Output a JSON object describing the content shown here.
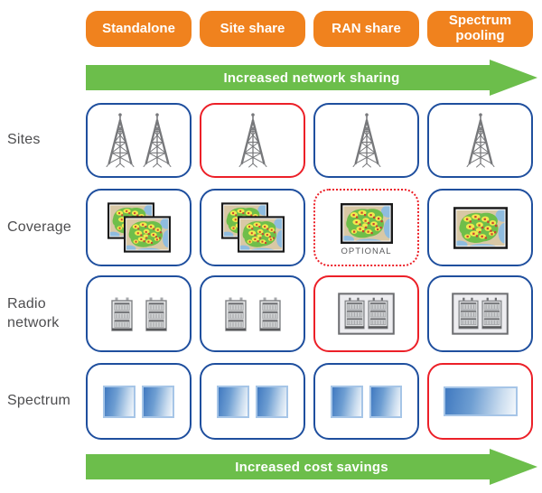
{
  "palette": {
    "orange": "#F0821E",
    "green": "#6CBE4B",
    "blue": "#1F4F9E",
    "red": "#EC2028",
    "txt": "#4D4D4F",
    "icon_gray": "#77787B",
    "map_frame": "#1A1A1A",
    "spectrum_blue": "#4079C0"
  },
  "header": {
    "columns": [
      {
        "label": "Standalone"
      },
      {
        "label": "Site share"
      },
      {
        "label": "RAN share"
      },
      {
        "label": "Spectrum pooling"
      }
    ]
  },
  "arrows": {
    "top_label": "Increased network sharing",
    "bottom_label": "Increased cost savings"
  },
  "rows": [
    {
      "label": "Sites",
      "cells": [
        {
          "border": "blue",
          "icon": "tower",
          "count": 2
        },
        {
          "border": "red",
          "icon": "tower",
          "count": 1
        },
        {
          "border": "blue",
          "icon": "tower",
          "count": 1
        },
        {
          "border": "blue",
          "icon": "tower",
          "count": 1
        }
      ]
    },
    {
      "label": "Coverage",
      "cells": [
        {
          "border": "blue",
          "icon": "coverage-map",
          "count": 2
        },
        {
          "border": "blue",
          "icon": "coverage-map",
          "count": 2
        },
        {
          "border": "red-dotted",
          "icon": "coverage-map",
          "count": 1,
          "caption": "OPTIONAL"
        },
        {
          "border": "blue",
          "icon": "coverage-map",
          "count": 1
        }
      ]
    },
    {
      "label": "Radio network",
      "cells": [
        {
          "border": "blue",
          "icon": "radio-cabinet",
          "count": 2
        },
        {
          "border": "blue",
          "icon": "radio-cabinet",
          "count": 2
        },
        {
          "border": "red",
          "icon": "shared-radio-cabinet",
          "count": 1
        },
        {
          "border": "blue",
          "icon": "shared-radio-cabinet",
          "count": 1
        }
      ]
    },
    {
      "label": "Spectrum",
      "cells": [
        {
          "border": "blue",
          "icon": "spectrum-block",
          "count": 2
        },
        {
          "border": "blue",
          "icon": "spectrum-block",
          "count": 2
        },
        {
          "border": "blue",
          "icon": "spectrum-block",
          "count": 2
        },
        {
          "border": "red",
          "icon": "pooled-spectrum-block",
          "count": 1
        }
      ]
    }
  ]
}
